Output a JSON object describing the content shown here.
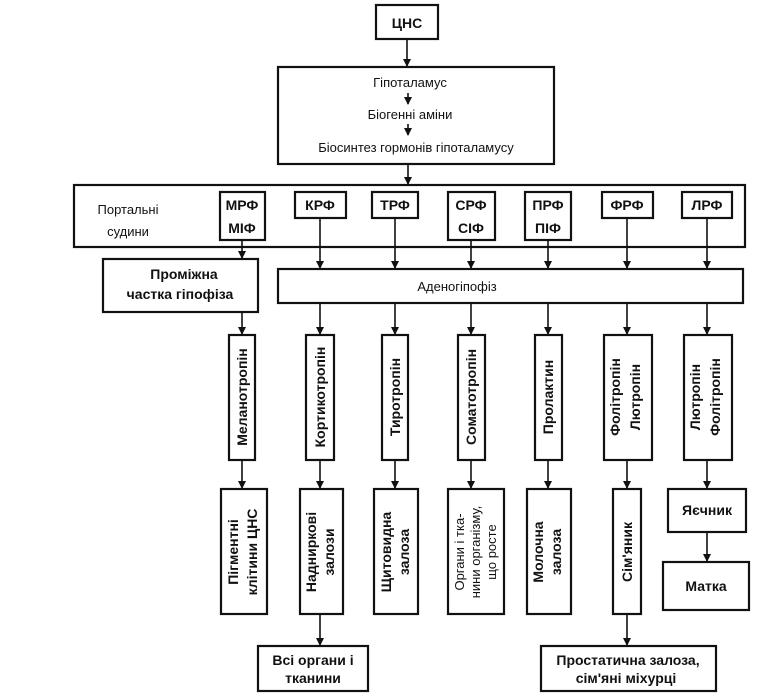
{
  "top": "ЦНС",
  "hypothalamus": {
    "line1": "Гіпоталамус",
    "line2": "Біогенні аміни",
    "line3": "Біосинтез гормонів гіпоталамусу"
  },
  "portal": {
    "line1": "Портальні",
    "line2": "судини"
  },
  "factors": [
    {
      "line1": "МРФ",
      "line2": "МІФ"
    },
    {
      "line1": "КРФ",
      "line2": ""
    },
    {
      "line1": "ТРФ",
      "line2": ""
    },
    {
      "line1": "СРФ",
      "line2": "СІФ"
    },
    {
      "line1": "ПРФ",
      "line2": "ПІФ"
    },
    {
      "line1": "ФРФ",
      "line2": ""
    },
    {
      "line1": "ЛРФ",
      "line2": ""
    }
  ],
  "intermediate": {
    "line1": "Проміжна",
    "line2": "частка гіпофіза"
  },
  "adenohypophysis": "Аденогіпофіз",
  "hormones": [
    {
      "line1": "Меланотропін",
      "line2": ""
    },
    {
      "line1": "Кортикотропін",
      "line2": ""
    },
    {
      "line1": "Тиротропін",
      "line2": ""
    },
    {
      "line1": "Соматотропін",
      "line2": ""
    },
    {
      "line1": "Пролактин",
      "line2": ""
    },
    {
      "line1": "Фолітропін",
      "line2": "Лютропін"
    },
    {
      "line1": "Лютропін",
      "line2": "Фолітропін"
    }
  ],
  "targets": [
    {
      "lines": [
        "Пігментні",
        "клітини ЦНС"
      ]
    },
    {
      "lines": [
        "Надниркові",
        "залози"
      ]
    },
    {
      "lines": [
        "Щитовидна",
        "залоза"
      ]
    },
    {
      "lines": [
        "Органи і тка-",
        "нини організму,",
        "що росте"
      ]
    },
    {
      "lines": [
        "Молочна",
        "залоза"
      ]
    },
    {
      "lines": [
        "Сім'яник"
      ]
    }
  ],
  "ovary": "Яєчник",
  "uterus": "Матка",
  "bottom_left": {
    "line1": "Всі органи і",
    "line2": "тканини"
  },
  "bottom_right": {
    "line1": "Простатична залоза,",
    "line2": "сім'яні міхурці"
  }
}
